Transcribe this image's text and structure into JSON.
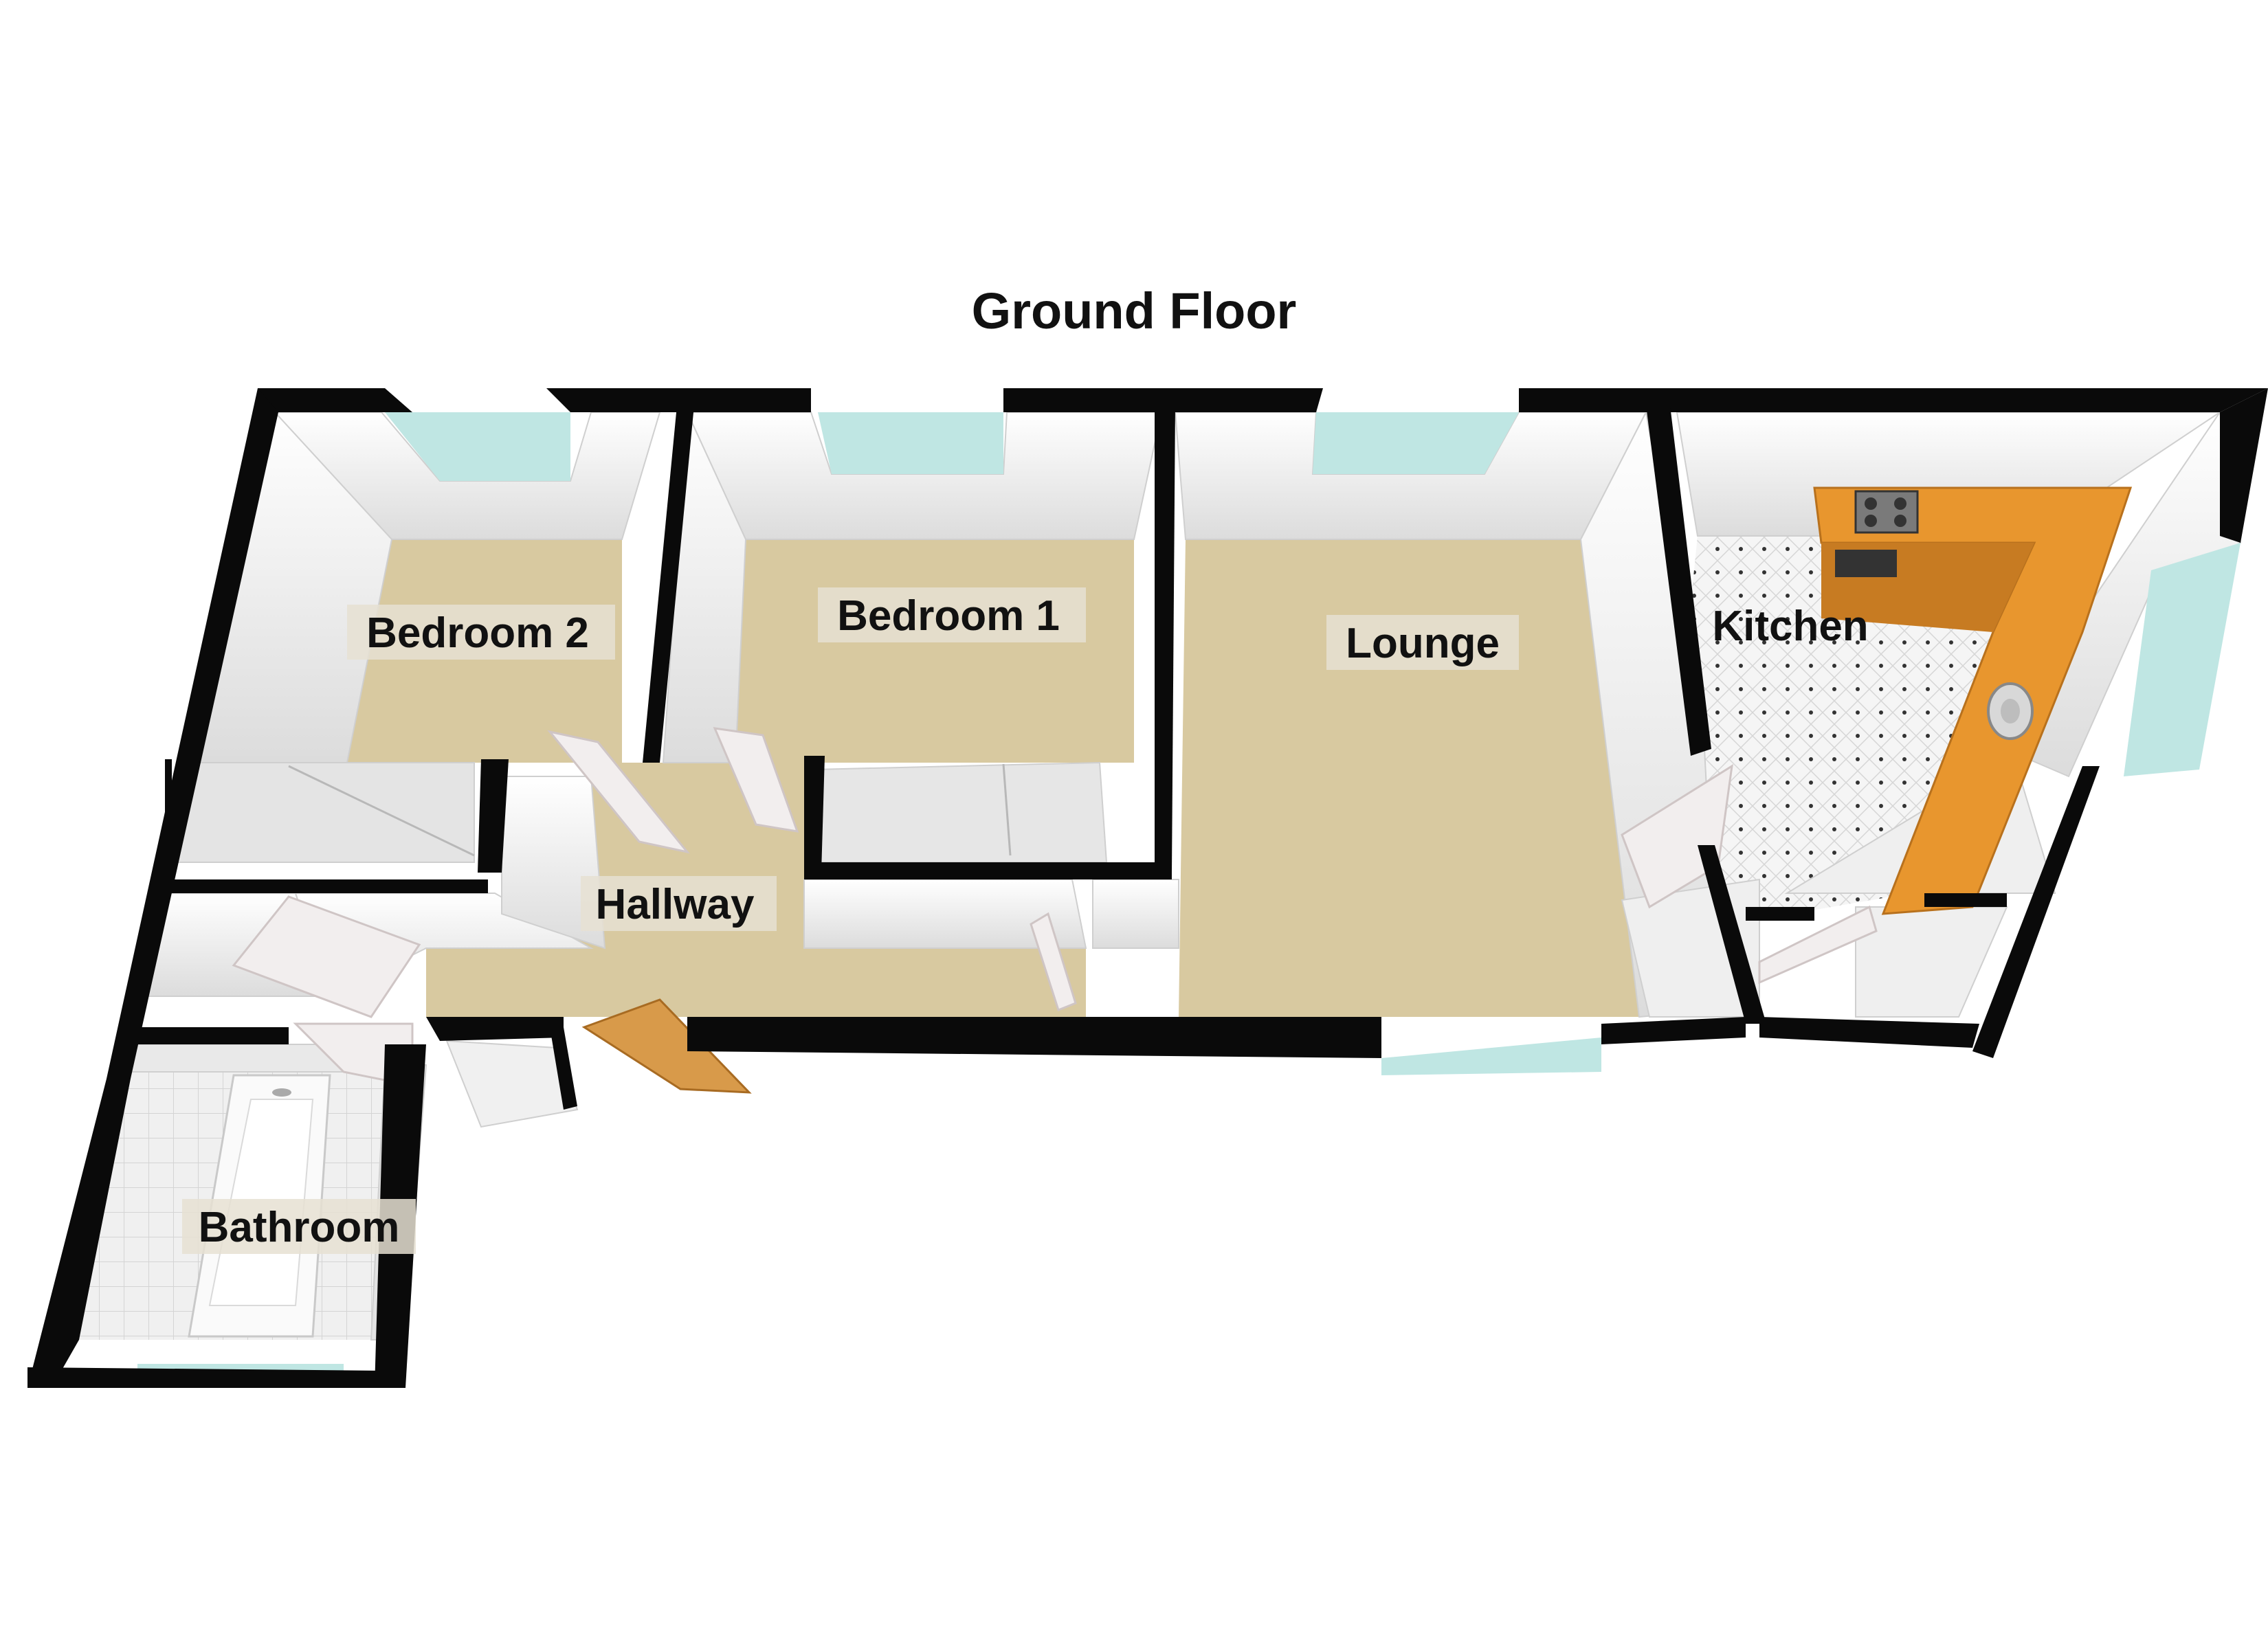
{
  "title": "Ground Floor",
  "rooms": {
    "bedroom2": "Bedroom 2",
    "bedroom1": "Bedroom 1",
    "lounge": "Lounge",
    "kitchen": "Kitchen",
    "hallway": "Hallway",
    "bathroom": "Bathroom"
  },
  "colors": {
    "wall": "#0a0a0a",
    "carpet": "#d8c9a0",
    "inner_wall": "#e9e9e9",
    "worktop": "#e8962e",
    "window": "#bfe6e3",
    "door": "#f2eeee",
    "front_door": "#d89a4a",
    "kitchen_floor": "#f4f4f4"
  },
  "icons": [
    "bath-icon",
    "sink-icon",
    "hob-icon",
    "oven-icon",
    "door-icon",
    "window-icon",
    "wardrobe-icon"
  ]
}
